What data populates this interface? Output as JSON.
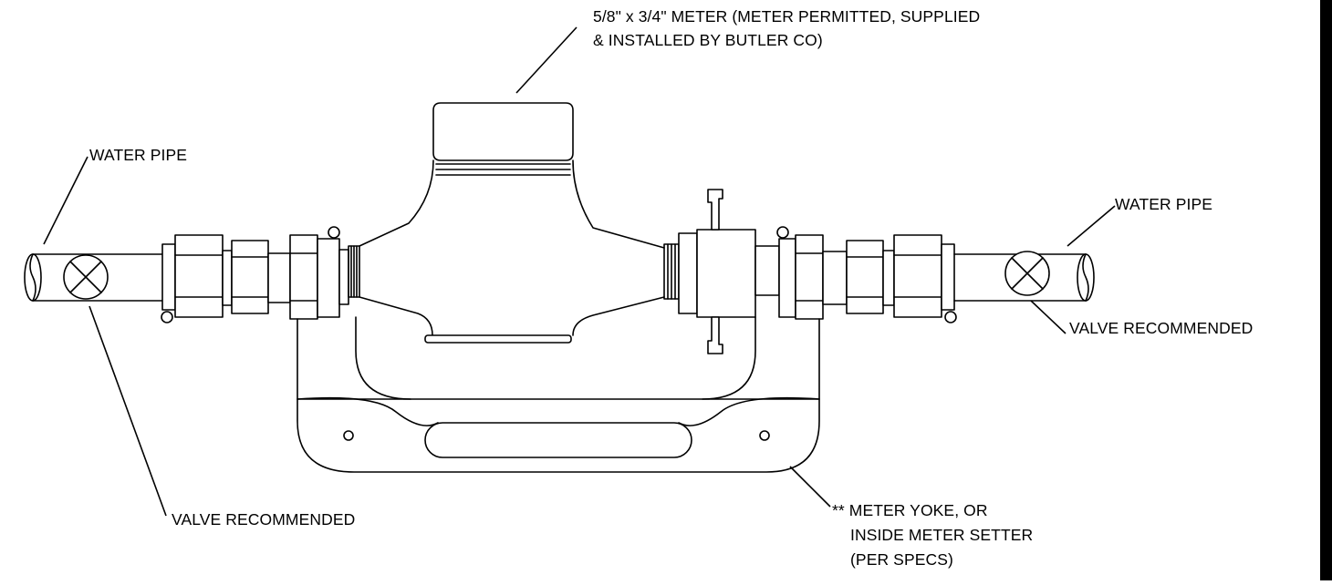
{
  "labels": {
    "meter_line1": "5/8\" x 3/4\" METER (METER PERMITTED, SUPPLIED",
    "meter_line2": "& INSTALLED BY BUTLER CO)",
    "water_pipe_left": "WATER PIPE",
    "water_pipe_right": "WATER PIPE",
    "valve_left": "VALVE RECOMMENDED",
    "valve_right": "VALVE RECOMMENDED",
    "yoke_line1": "** METER YOKE, OR",
    "yoke_line2": "INSIDE METER SETTER",
    "yoke_line3": "(PER SPECS)"
  }
}
